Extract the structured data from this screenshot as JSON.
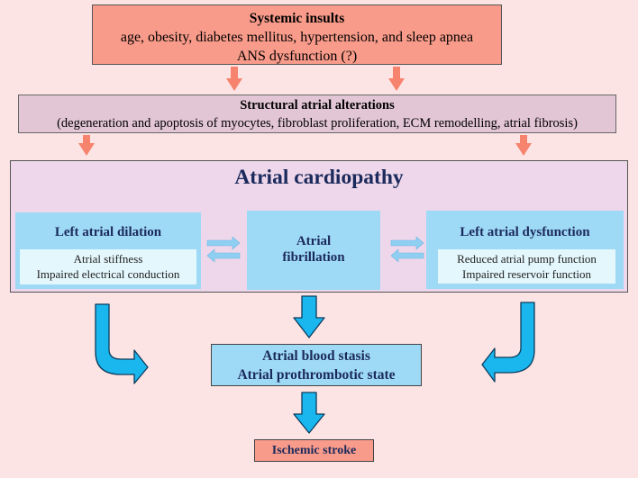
{
  "insults": {
    "title": "Systemic insults",
    "line1": "age, obesity, diabetes mellitus, hypertension, and sleep apnea",
    "line2": "ANS dysfunction (?)"
  },
  "structural": {
    "title": "Structural atrial alterations",
    "detail": "(degeneration and apoptosis of myocytes, fibroblast proliferation, ECM remodelling, atrial fibrosis)"
  },
  "cardiopathy": {
    "title": "Atrial cardiopathy",
    "left": {
      "title": "Left atrial dilation",
      "line1": "Atrial stiffness",
      "line2": "Impaired electrical conduction"
    },
    "center": {
      "line1": "Atrial",
      "line2": "fibrillation"
    },
    "right": {
      "title": "Left atrial dysfunction",
      "line1": "Reduced atrial pump function",
      "line2": "Impaired reservoir function"
    }
  },
  "stasis": {
    "line1": "Atrial blood stasis",
    "line2": "Atrial prothrombotic state"
  },
  "outcome": {
    "label": "Ischemic stroke"
  },
  "colors": {
    "background": "#fde4e4",
    "salmon": "#f99b8a",
    "mauve": "#e3c6d5",
    "panel": "#eed7ea",
    "light_blue": "#9ed9f5",
    "bright_blue": "#1ab6ee",
    "navy_text": "#1b2a5c",
    "arrow_salmon": "#f6836e"
  }
}
